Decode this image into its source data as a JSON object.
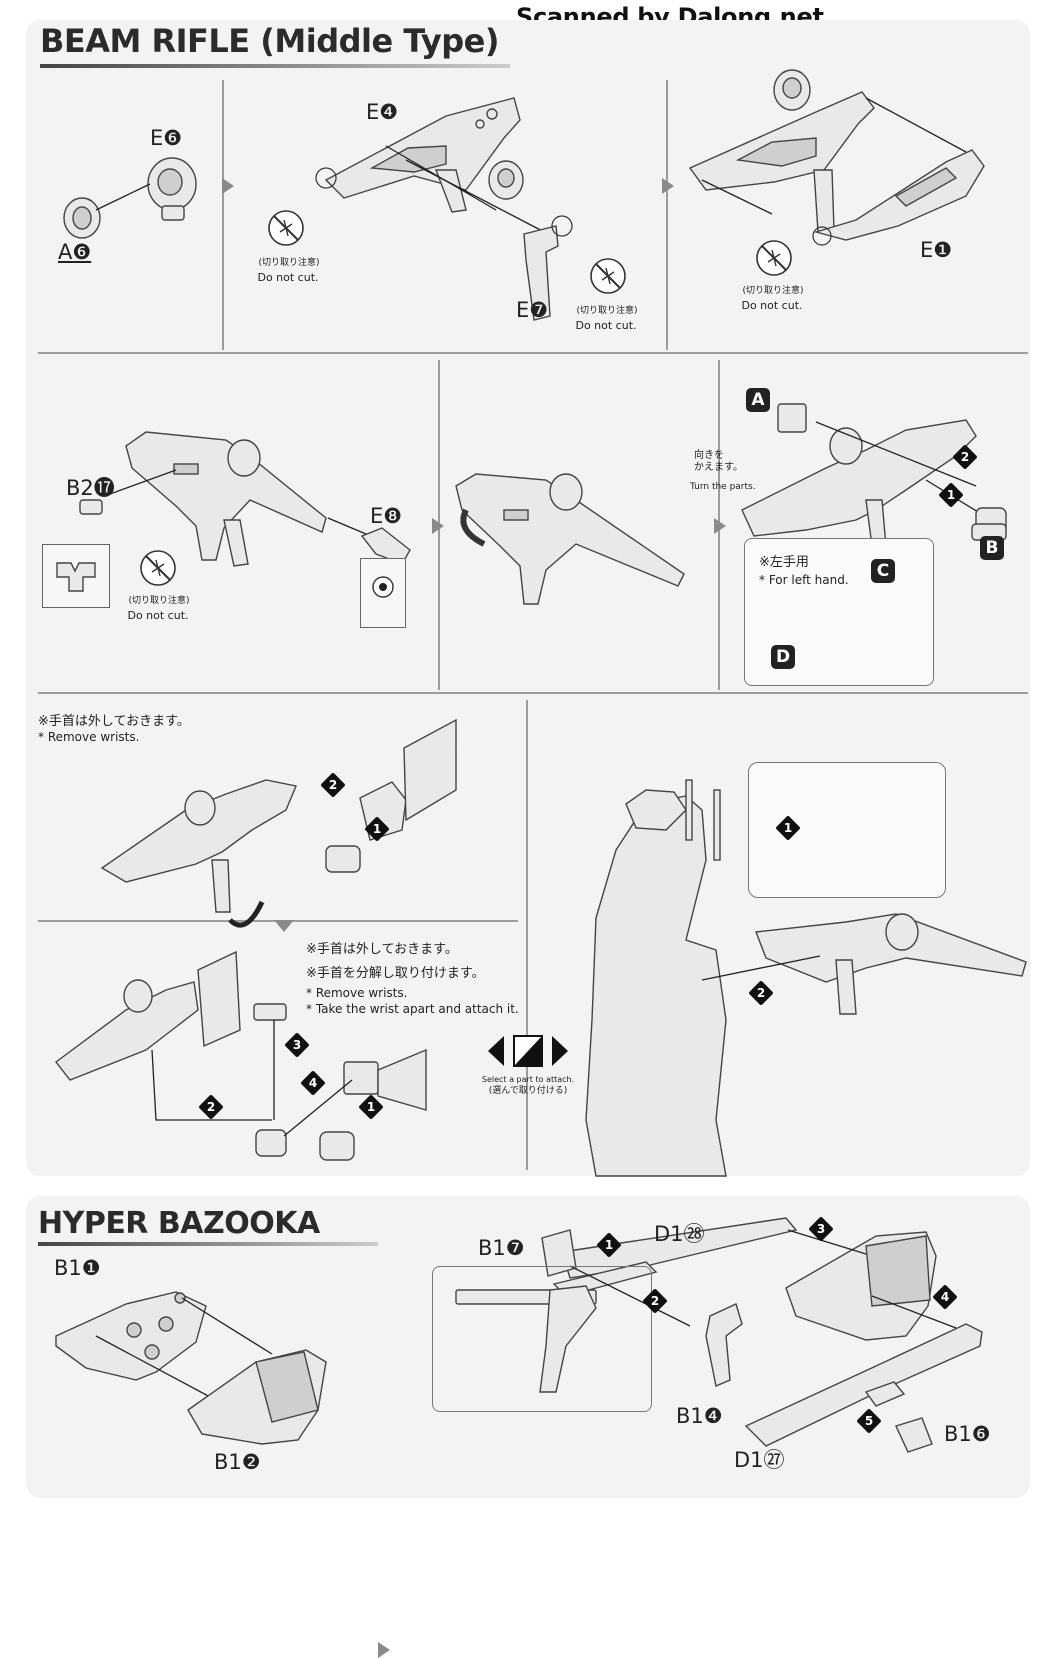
{
  "header": {
    "scan_credit": "Scanned by Dalong.net"
  },
  "beam_rifle": {
    "title": "BEAM RIFLE (Middle Type)",
    "step1": {
      "parts": {
        "e6": "E❻",
        "a6": "A❻",
        "e4": "E❹",
        "e7": "E❼",
        "e1": "E❶"
      },
      "no_cut_jp": "(切り取り注意)",
      "no_cut_en": "Do not cut."
    },
    "step2": {
      "parts": {
        "b2_17": "B2⓱",
        "e8": "E❽"
      },
      "turn_jp": "向きを\nかえます。",
      "turn_en": "Turn the parts.",
      "left_hand_jp": "※左手用",
      "left_hand_en": "* For left hand.",
      "badges": {
        "a": "A",
        "b": "B",
        "c": "C",
        "d": "D"
      }
    },
    "step3": {
      "remove_wrists_jp": "※手首は外しておきます。",
      "remove_wrists_en": "* Remove wrists.",
      "detach_jp": "※手首を分解し取り付けます。",
      "detach_en": "* Take the wrist apart and attach it.",
      "select_en": "Select a part to attach.",
      "select_jp": "(選んで取り付ける)"
    },
    "steps": [
      "1",
      "2",
      "3",
      "4"
    ]
  },
  "hyper_bazooka": {
    "title": "HYPER BAZOOKA",
    "parts": {
      "b1_1": "B1❶",
      "b1_2": "B1❷",
      "b1_7": "B1❼",
      "d1_28": "D1㉘",
      "b1_4": "B1❹",
      "d1_27": "D1㉗",
      "b1_6": "B1❻"
    }
  }
}
